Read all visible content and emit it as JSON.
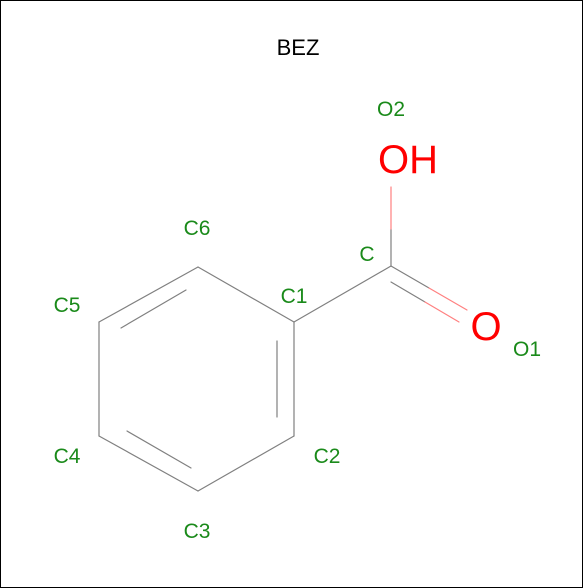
{
  "title": "BEZ",
  "colors": {
    "label": "#1a8a1a",
    "oxygen": "#ff0000",
    "bond": "#808080",
    "bond_oxygen": "#ff8080"
  },
  "symbols": {
    "hydroxyl": "OH",
    "carbonyl": "O"
  },
  "atoms": [
    {
      "id": "C1",
      "label": "C1"
    },
    {
      "id": "C2",
      "label": "C2"
    },
    {
      "id": "C3",
      "label": "C3"
    },
    {
      "id": "C4",
      "label": "C4"
    },
    {
      "id": "C5",
      "label": "C5"
    },
    {
      "id": "C6",
      "label": "C6"
    },
    {
      "id": "C",
      "label": "C"
    },
    {
      "id": "O1",
      "label": "O1"
    },
    {
      "id": "O2",
      "label": "O2"
    }
  ]
}
